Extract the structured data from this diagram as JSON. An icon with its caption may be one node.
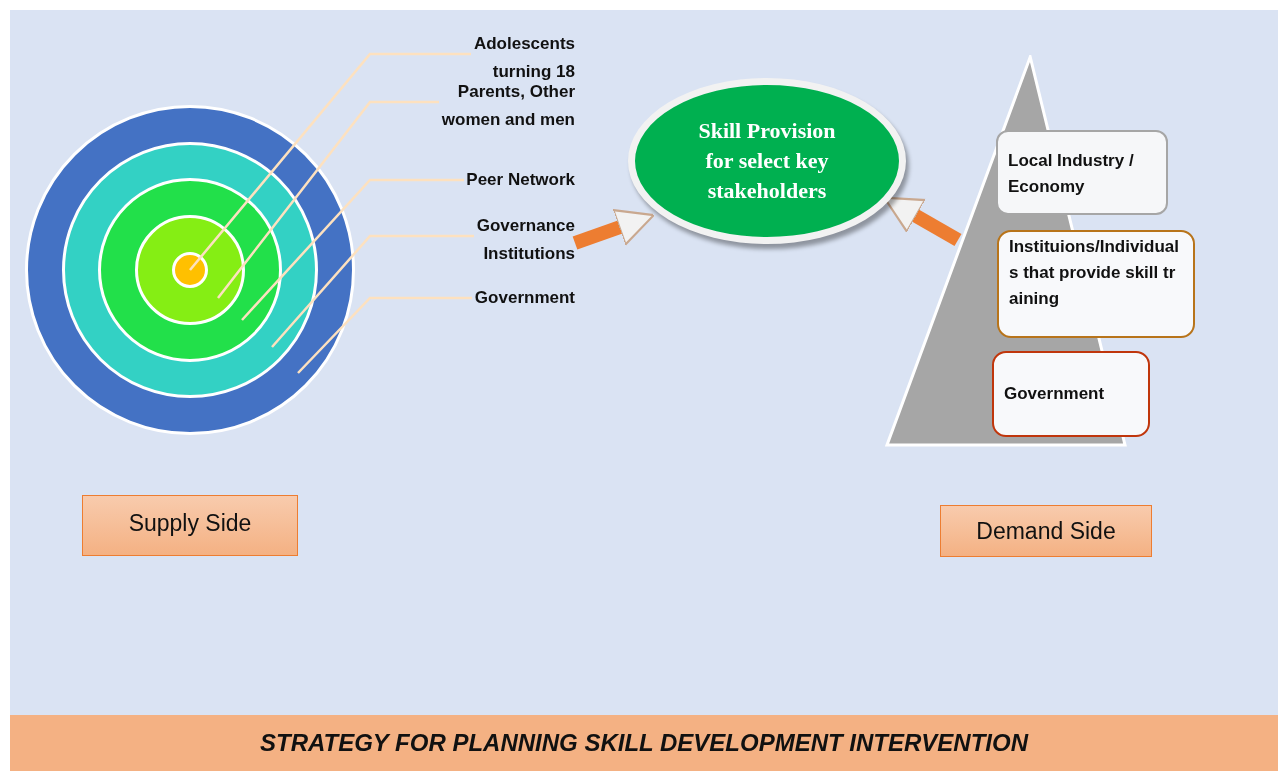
{
  "diagram": {
    "caption": "STRATEGY FOR PLANNING SKILL DEVELOPMENT INTERVENTION",
    "nodes": [
      {
        "text": [],
        "shape": "circle"
      },
      {
        "text": [],
        "shape": "circle",
        "in": 0
      },
      {
        "text": [],
        "shape": "circle",
        "in": 1
      },
      {
        "text": [],
        "shape": "circle",
        "in": 2
      },
      {
        "text": [],
        "shape": "circle",
        "in": 3
      },
      {
        "text": [
          "Adolescents turning 18"
        ]
      },
      {
        "text": [
          "Parents, Other women and men"
        ]
      },
      {
        "text": [
          "Peer Network"
        ]
      },
      {
        "text": [
          "Governance Institutions"
        ]
      },
      {
        "text": [
          "Government"
        ]
      },
      {
        "text": [
          "Skill Provision for select key stakeholders"
        ]
      },
      {
        "text": [],
        "shape": "triangle"
      },
      {
        "text": [
          "Local Industry / Economy"
        ]
      },
      {
        "text": [
          "Instituions/Individuals that provide skill training"
        ]
      },
      {
        "text": [
          "Government"
        ]
      },
      {
        "text": [
          "Supply Side"
        ]
      },
      {
        "text": [
          "Demand Side"
        ]
      }
    ],
    "edges": [
      {
        "from": 5,
        "to": 4,
        "arrow": "none"
      },
      {
        "from": 6,
        "to": 3,
        "arrow": "none"
      },
      {
        "from": 7,
        "to": 2,
        "arrow": "none"
      },
      {
        "from": 8,
        "to": 1,
        "arrow": "none"
      },
      {
        "from": 9,
        "to": 0,
        "arrow": "none"
      },
      {
        "from": 8,
        "to": 10,
        "arrow": "to",
        "style": "thick",
        "color": "#ed7d31"
      },
      {
        "from": 11,
        "to": 10,
        "arrow": "to",
        "style": "thick",
        "color": "#ed7d31"
      }
    ]
  }
}
